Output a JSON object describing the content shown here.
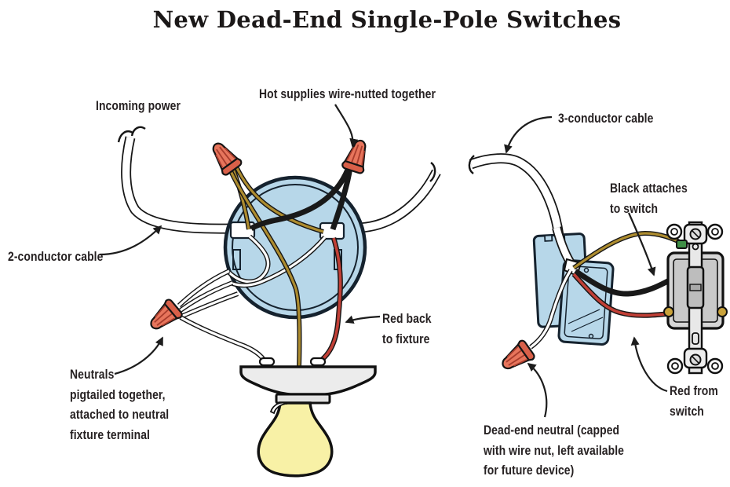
{
  "title": "New Dead-End Single-Pole Switches",
  "labels": {
    "incoming_power": "Incoming power",
    "hot_supplies": "Hot supplies wire-nutted together",
    "three_conductor": "3-conductor cable",
    "black_attaches": "Black attaches\nto switch",
    "two_conductor": "2-conductor cable",
    "red_back": "Red back\nto fixture",
    "neutrals": "Neutrals\npigtailed together,\nattached to neutral\nfixture terminal",
    "red_from": "Red from\nswitch",
    "dead_end": "Dead-end neutral (capped\nwith wire nut, left available\nfor future device)"
  },
  "colors": {
    "box_blue": "#b7d7e9",
    "outline_dark": "#15222e",
    "wire_gold": "#ad8c2f",
    "wire_red": "#c13f36",
    "wire_black": "#191919",
    "wire_white": "#ffffff",
    "nut_body": "#e7755c",
    "nut_rim": "#d96049",
    "nut_rib": "#a83c2c",
    "bulb_yellow": "#f8f1a6",
    "fixture_gray": "#ececec",
    "switch_gray": "#d6d6d6",
    "green_screw": "#3f8f46",
    "brass_screw": "#c9a23a",
    "ink": "#242021"
  }
}
